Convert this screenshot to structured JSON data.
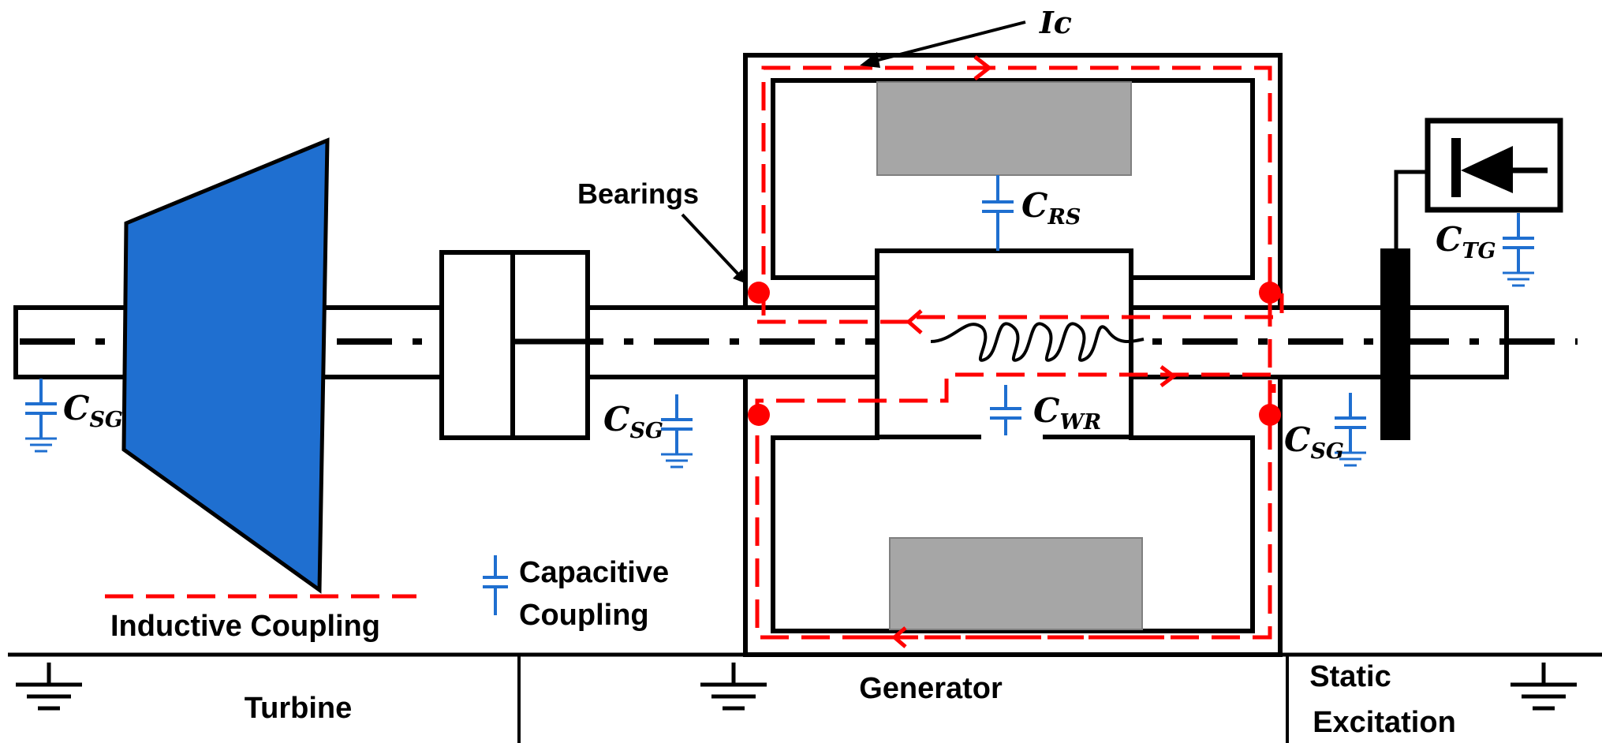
{
  "labels": {
    "ic": "Ic",
    "bearings": "Bearings",
    "inductive_coupling": "Inductive Coupling",
    "capacitive_coupling_line1": "Capacitive",
    "capacitive_coupling_line2": "Coupling",
    "turbine": "Turbine",
    "generator": "Generator",
    "static_excitation_line1": "Static",
    "static_excitation_line2": "Excitation"
  },
  "capacitors": {
    "c_sg": {
      "base": "C",
      "sub": "SG"
    },
    "c_rs": {
      "base": "C",
      "sub": "RS"
    },
    "c_wr": {
      "base": "C",
      "sub": "WR"
    },
    "c_tg": {
      "base": "C",
      "sub": "TG"
    }
  },
  "icons": {
    "ground": "ground-symbol-icon",
    "capacitor": "capacitor-symbol-icon",
    "diode": "diode-icon",
    "winding": "rotor-winding-coil-icon",
    "bearing": "bearing-dot-icon"
  },
  "colors": {
    "turbine_fill": "#1f6fd0",
    "current_path": "#ff0000",
    "capacitor": "#1f6fd0",
    "stator_core": "#a6a6a6",
    "outline": "#000000"
  }
}
